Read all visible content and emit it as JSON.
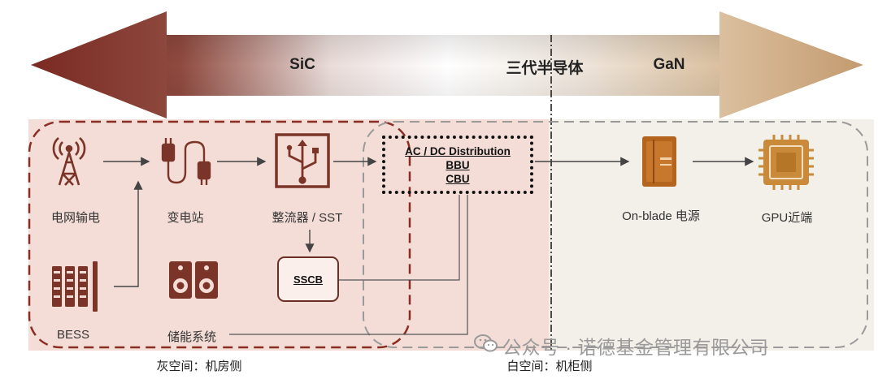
{
  "band": {
    "left_label": "SiC",
    "center_label": "三代半导体",
    "right_label": "GaN",
    "left_color": "#7a2a22",
    "right_color": "#c9a27a"
  },
  "nodes": {
    "grid": "电网输电",
    "substation": "变电站",
    "rectifier": "整流器 / SST",
    "bess": "BESS",
    "storage": "储能系统",
    "on_blade": "On-blade 电源",
    "gpu": "GPU近端"
  },
  "distribution": {
    "line1": "AC / DC Distribution",
    "line2": "BBU",
    "line3": "CBU"
  },
  "sscb": "SSCB",
  "zones": {
    "gray_space": "灰空间：机房侧",
    "white_space": "白空间：机柜侧"
  },
  "watermark": "公众号 · 诺德基金管理有限公司",
  "colors": {
    "accent_dark": "#6b2f25",
    "left_zone_fill": "#f4ddd7",
    "right_zone_fill": "#f3efe9"
  }
}
